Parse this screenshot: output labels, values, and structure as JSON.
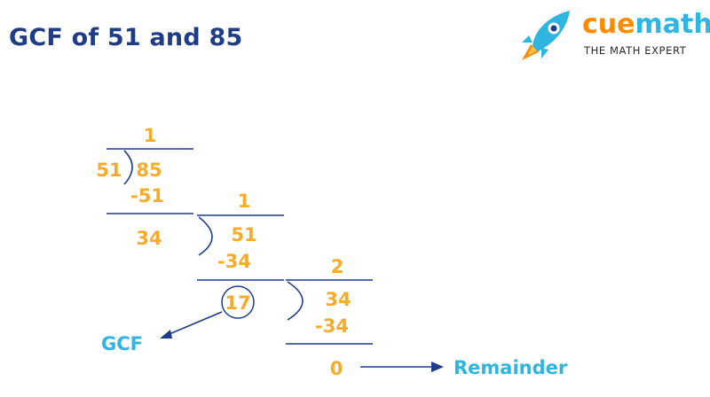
{
  "title": "GCF of 51 and 85",
  "logo": {
    "word_a": "cue",
    "word_b": "math",
    "tagline": "THE MATH EXPERT"
  },
  "division": {
    "step1": {
      "quotient": "1",
      "divisor": "51",
      "dividend": "85",
      "subtract": "-51",
      "remainder": "34"
    },
    "step2": {
      "quotient": "1",
      "dividend": "51",
      "subtract": "-34",
      "remainder": "17"
    },
    "step3": {
      "quotient": "2",
      "dividend": "34",
      "subtract": "-34",
      "remainder": "0"
    }
  },
  "labels": {
    "gcf": "GCF",
    "remainder": "Remainder"
  },
  "colors": {
    "title": "#1f3c88",
    "numbers": "#f4ac2a",
    "labels": "#2fb6e0",
    "lines": "#1f3c88"
  }
}
